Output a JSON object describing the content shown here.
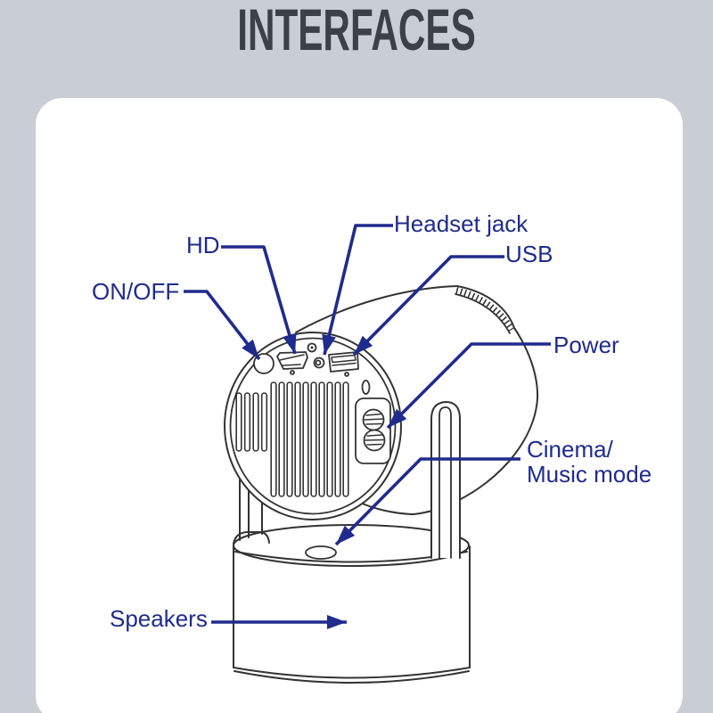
{
  "page": {
    "title": "INTERFACES"
  },
  "colors": {
    "background": "#c9cdd6",
    "card": "#ffffff",
    "accent": "#1f2b8d",
    "line_art": "#333333",
    "title_text": "#3b4049"
  },
  "diagram": {
    "subject": "portable projector rear view with labeled interface callouts",
    "labels": {
      "hd": "HD",
      "on_off": "ON/OFF",
      "headset_jack": "Headset jack",
      "usb": "USB",
      "power": "Power",
      "cinema_line1": "Cinema/",
      "cinema_line2": "Music mode",
      "speakers": "Speakers"
    }
  }
}
